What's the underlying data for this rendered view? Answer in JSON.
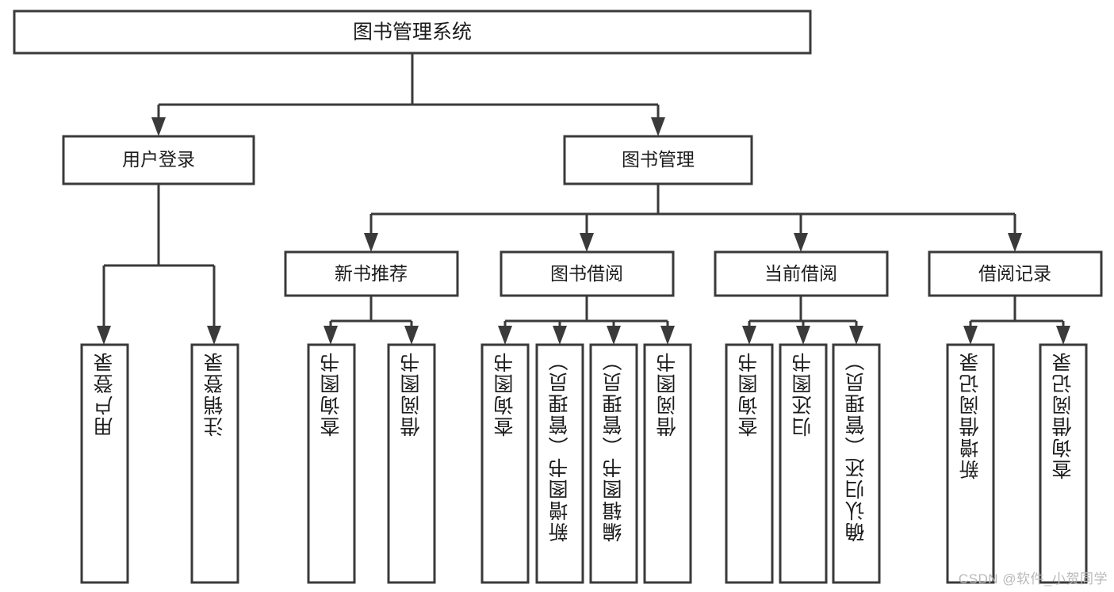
{
  "diagram": {
    "type": "tree",
    "title": "图书管理系统",
    "background_color": "#ffffff",
    "line_color": "#3a3a3a",
    "text_color": "#1c1c1c",
    "root": {
      "label": "图书管理系统"
    },
    "level2": [
      {
        "label": "用户登录"
      },
      {
        "label": "图书管理"
      }
    ],
    "level3": [
      {
        "label": "新书推荐"
      },
      {
        "label": "图书借阅"
      },
      {
        "label": "当前借阅"
      },
      {
        "label": "借阅记录"
      }
    ],
    "leaves": {
      "user_login": [
        "用户登录",
        "注销登录"
      ],
      "new_book_recommend": [
        "查询图书",
        "借阅图书"
      ],
      "book_borrow": [
        "查询图书",
        "新增图书（管理员）",
        "编辑图书（管理员）",
        "借阅图书"
      ],
      "current_borrow": [
        "查询图书",
        "归还图书",
        "确认归还（管理员）"
      ],
      "borrow_record": [
        "新增借阅记录",
        "查询借阅记录"
      ]
    }
  },
  "watermark": {
    "text": "CSDN @软件_小贺同学",
    "color": "#b9b9b9"
  }
}
